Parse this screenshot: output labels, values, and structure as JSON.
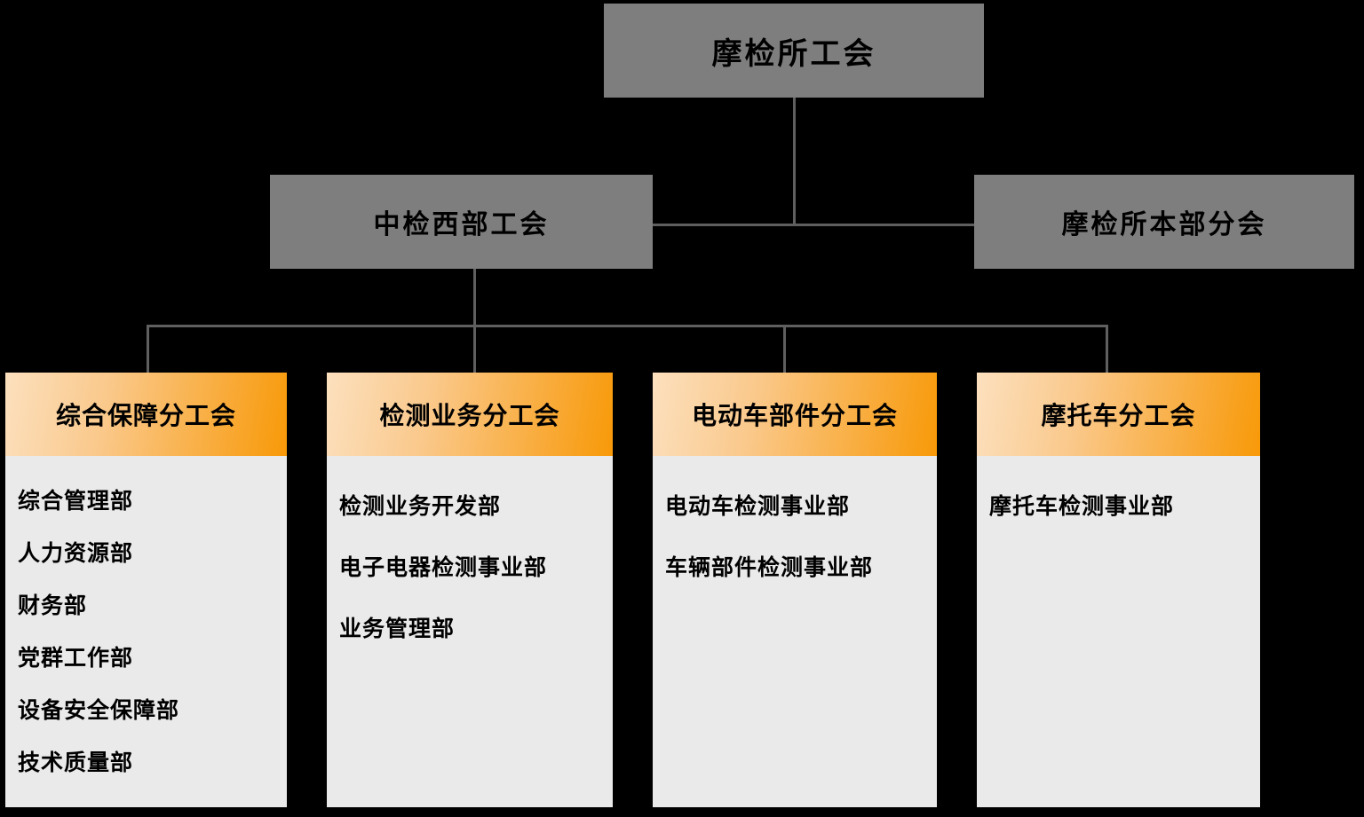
{
  "root_label": "摩检所工会",
  "level2": {
    "west_label": "中检西部工会",
    "hq_label": "摩检所本部分会"
  },
  "branches": [
    {
      "title": "综合保障分工会",
      "departments": [
        "综合管理部",
        "人力资源部",
        "财务部",
        "党群工作部",
        "设备安全保障部",
        "技术质量部"
      ]
    },
    {
      "title": "检测业务分工会",
      "departments": [
        "检测业务开发部",
        "电子电器检测事业部",
        "业务管理部"
      ]
    },
    {
      "title": "电动车部件分工会",
      "departments": [
        "电动车检测事业部",
        "车辆部件检测事业部"
      ]
    },
    {
      "title": "摩托车分工会",
      "departments": [
        "摩托车检测事业部"
      ]
    }
  ],
  "colors": {
    "background": "#000000",
    "node_gray": "#7E7E7E",
    "header_gradient_start": "#FBDCB8",
    "header_gradient_end": "#F89908",
    "body_background": "#EAEAEA",
    "connector": "#5F5F5F",
    "text": "#000000"
  }
}
